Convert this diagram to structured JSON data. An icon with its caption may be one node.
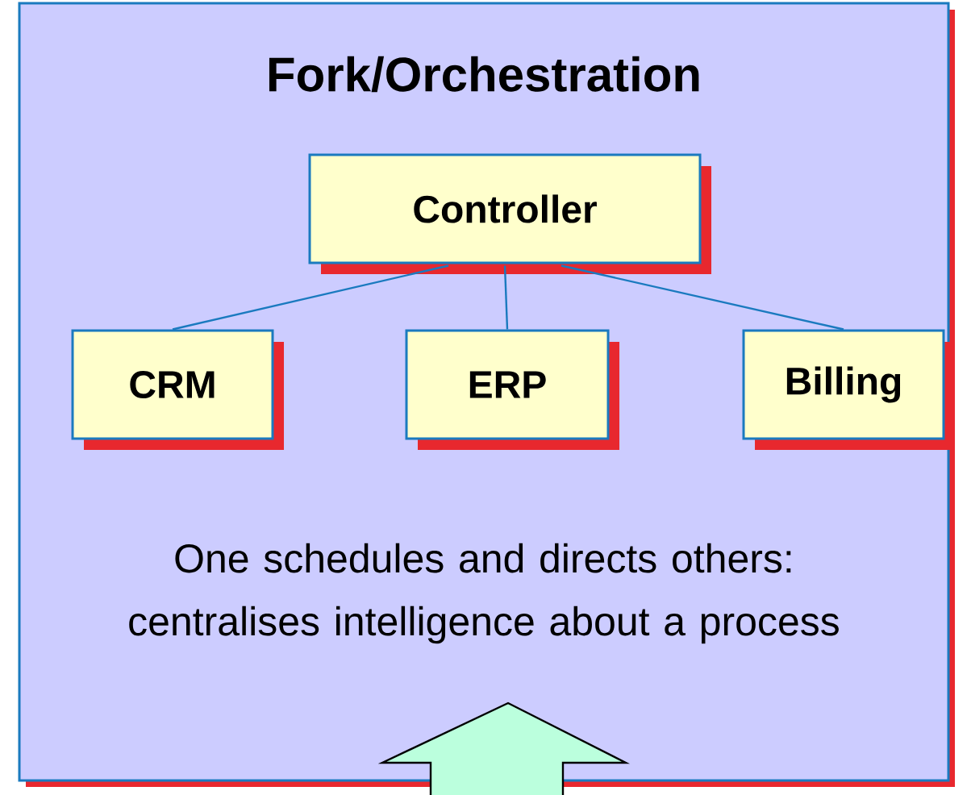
{
  "diagram": {
    "nodes": [
      {
        "text": [
          "Fork/Orchestration",
          "One schedules and directs others: centralises intelligence about a process"
        ]
      },
      {
        "text": [
          "Controller"
        ],
        "in": 0
      },
      {
        "text": [
          "CRM"
        ],
        "in": 0
      },
      {
        "text": [
          "ERP"
        ],
        "in": 0
      },
      {
        "text": [
          "Billing"
        ],
        "in": 0
      }
    ],
    "edges": [
      {
        "from": 1,
        "to": 2,
        "arrow": "none"
      },
      {
        "from": 1,
        "to": 3,
        "arrow": "none"
      },
      {
        "from": 1,
        "to": 4,
        "arrow": "none"
      }
    ]
  }
}
